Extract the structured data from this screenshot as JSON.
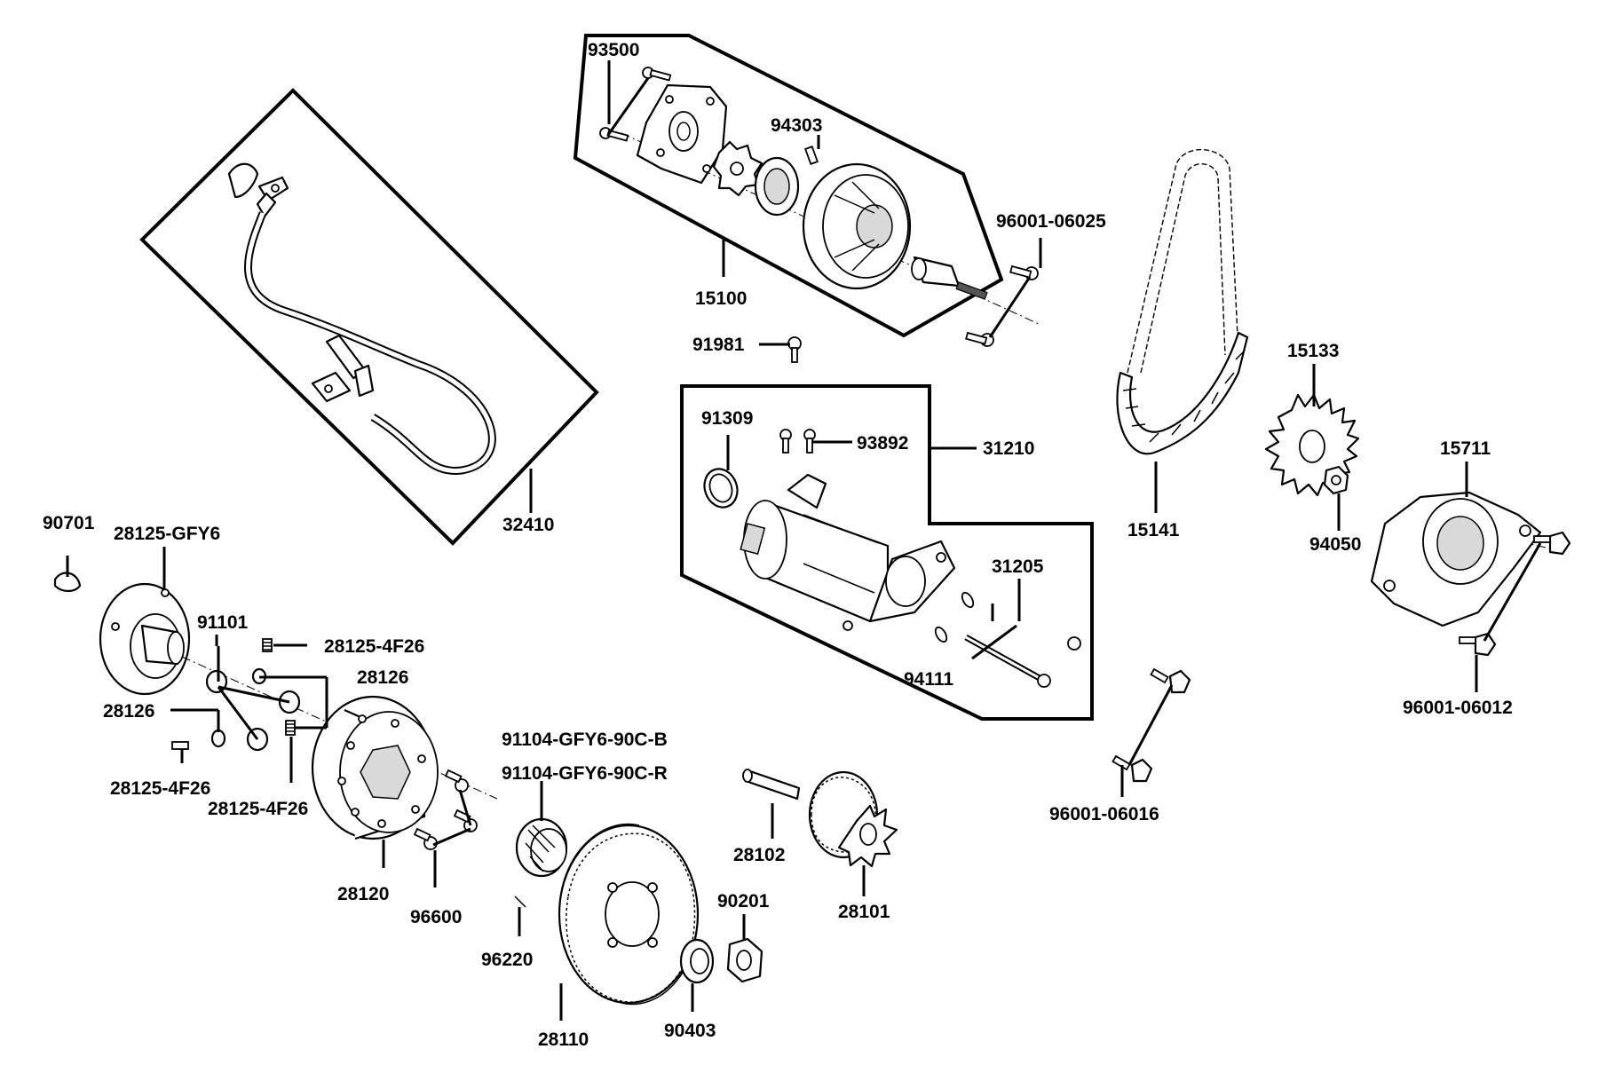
{
  "diagram": {
    "labels": [
      {
        "id": "93500",
        "text": "93500"
      },
      {
        "id": "94303",
        "text": "94303"
      },
      {
        "id": "96001-06025",
        "text": "96001-06025"
      },
      {
        "id": "15100",
        "text": "15100"
      },
      {
        "id": "91981",
        "text": "91981"
      },
      {
        "id": "91309",
        "text": "91309"
      },
      {
        "id": "93892",
        "text": "93892"
      },
      {
        "id": "31210",
        "text": "31210"
      },
      {
        "id": "31205",
        "text": "31205"
      },
      {
        "id": "94111",
        "text": "94111"
      },
      {
        "id": "32410",
        "text": "32410"
      },
      {
        "id": "15133",
        "text": "15133"
      },
      {
        "id": "15141",
        "text": "15141"
      },
      {
        "id": "15711",
        "text": "15711"
      },
      {
        "id": "94050",
        "text": "94050"
      },
      {
        "id": "96001-06012",
        "text": "96001-06012"
      },
      {
        "id": "96001-06016",
        "text": "96001-06016"
      },
      {
        "id": "90701",
        "text": "90701"
      },
      {
        "id": "28125-GFY6",
        "text": "28125-GFY6"
      },
      {
        "id": "91101",
        "text": "91101"
      },
      {
        "id": "28125-4F26-a",
        "text": "28125-4F26"
      },
      {
        "id": "28126-a",
        "text": "28126"
      },
      {
        "id": "28126-b",
        "text": "28126"
      },
      {
        "id": "28125-4F26-b",
        "text": "28125-4F26"
      },
      {
        "id": "28125-4F26-c",
        "text": "28125-4F26"
      },
      {
        "id": "28120",
        "text": "28120"
      },
      {
        "id": "96600",
        "text": "96600"
      },
      {
        "id": "91104-B",
        "text": "91104-GFY6-90C-B"
      },
      {
        "id": "91104-R",
        "text": "91104-GFY6-90C-R"
      },
      {
        "id": "96220",
        "text": "96220"
      },
      {
        "id": "28110",
        "text": "28110"
      },
      {
        "id": "90403",
        "text": "90403"
      },
      {
        "id": "90201",
        "text": "90201"
      },
      {
        "id": "28102",
        "text": "28102"
      },
      {
        "id": "28101",
        "text": "28101"
      }
    ]
  }
}
